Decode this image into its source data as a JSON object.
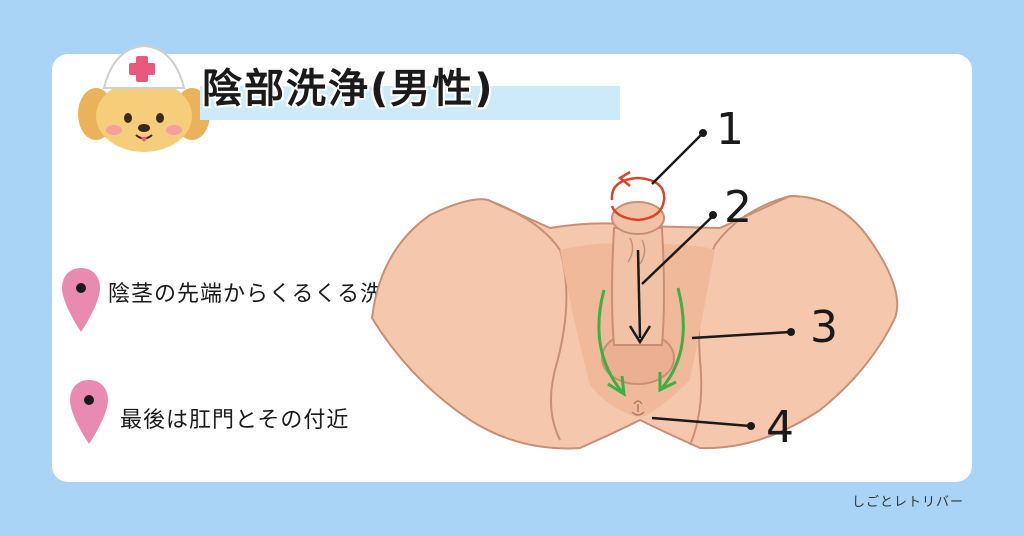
{
  "title": "陰部洗浄(男性)",
  "notes": [
    {
      "text": "陰茎の先端からくるくる洗う",
      "icon": "map-pin-icon"
    },
    {
      "text": "最後は肛門とその付近",
      "icon": "map-pin-icon"
    }
  ],
  "steps": [
    "1",
    "2",
    "3",
    "4"
  ],
  "brand": "しごとレトリバー",
  "colors": {
    "background": "#a9d4f5",
    "title_band": "#cdeaf8",
    "skin": "#f5c8ae",
    "skin_dark": "#e8a98a",
    "arrow_red": "#d9442a",
    "arrow_green": "#3cb043",
    "pin": "#e98bb0"
  }
}
